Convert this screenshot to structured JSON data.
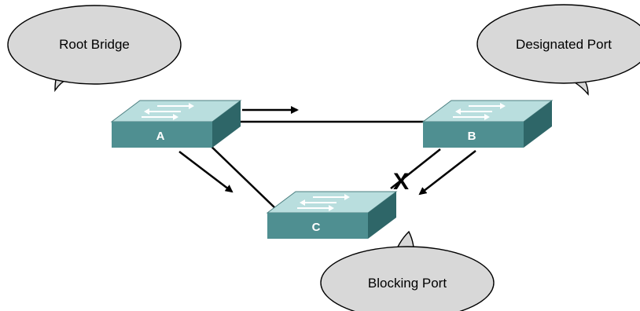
{
  "callouts": {
    "root_bridge": "Root Bridge",
    "designated_port": "Designated Port",
    "blocking_port": "Blocking Port"
  },
  "switches": {
    "a": "A",
    "b": "B",
    "c": "C"
  },
  "blocked_marker": "X",
  "colors": {
    "switch_top": "#b9dede",
    "switch_front": "#4f8f91",
    "switch_side": "#2e6668",
    "bubble_fill": "#d8d8d8",
    "line": "#000000"
  }
}
